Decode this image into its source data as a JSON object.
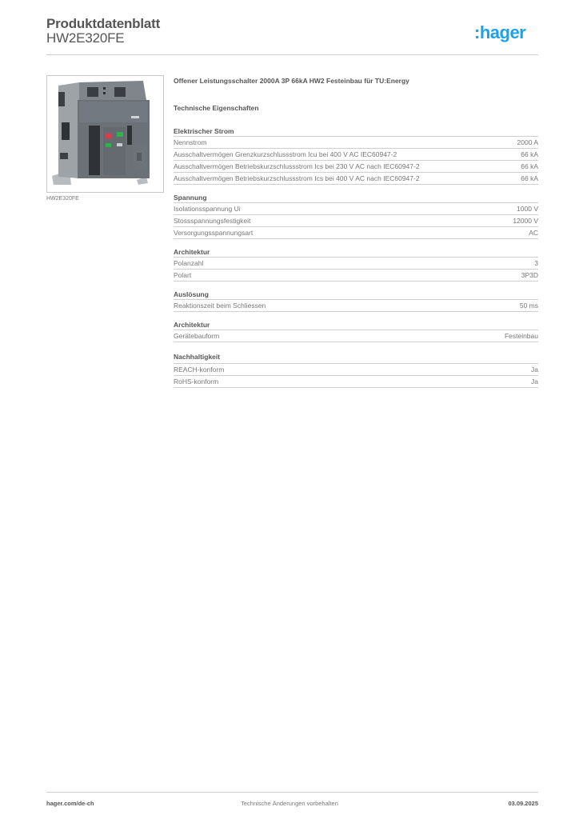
{
  "header": {
    "title": "Produktdatenblatt",
    "product_code": "HW2E320FE",
    "logo": {
      "colon": ":",
      "text": "hager",
      "color": "#1da1e8"
    }
  },
  "product_image": {
    "caption": "HW2E320FE",
    "alt": "Offener Leistungsschalter (Produktfoto)"
  },
  "main": {
    "description": "Offener Leistungsschalter 2000A 3P 66kA HW2 Festeinbau für TU:Energy",
    "technical_title": "Technische Eigenschaften",
    "sections": [
      {
        "title": "Elektrischer Strom",
        "rows": [
          {
            "label": "Nennstrom",
            "value": "2000 A"
          },
          {
            "label": "Ausschaltvermögen Grenzkurzschlussstrom Icu bei 400 V AC IEC60947-2",
            "value": "66 kA"
          },
          {
            "label": "Ausschaltvermögen Betriebskurzschlussstrom Ics bei 230 V AC nach IEC60947-2",
            "value": "66 kA"
          },
          {
            "label": "Ausschaltvermögen Betriebskurzschlussstrom Ics bei 400 V AC nach IEC60947-2",
            "value": "66 kA"
          }
        ]
      },
      {
        "title": "Spannung",
        "rows": [
          {
            "label": "Isolationsspannung Ui",
            "value": "1000 V"
          },
          {
            "label": "Stossspannungsfestigkeit",
            "value": "12000 V"
          },
          {
            "label": "Versorgungsspannungsart",
            "value": "AC"
          }
        ]
      },
      {
        "title": "Architektur",
        "rows": [
          {
            "label": "Polanzahl",
            "value": "3"
          },
          {
            "label": "Polart",
            "value": "3P3D"
          }
        ]
      },
      {
        "title": "Auslösung",
        "rows": [
          {
            "label": "Reaktionszeit beim Schliessen",
            "value": "50 ms"
          }
        ]
      },
      {
        "title": "Architektur",
        "rows": [
          {
            "label": "Gerätebauform",
            "value": "Festeinbau"
          }
        ]
      },
      {
        "title": "Nachhaltigkeit",
        "rows": [
          {
            "label": "REACH-konform",
            "value": "Ja"
          },
          {
            "label": "RoHS-konform",
            "value": "Ja"
          }
        ]
      }
    ]
  },
  "footer": {
    "website": "hager.com/de-ch",
    "notice": "Technische Änderungen vorbehalten",
    "date": "03.09.2025"
  }
}
